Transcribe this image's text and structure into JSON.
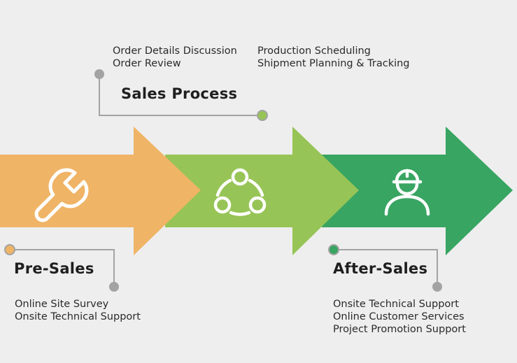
{
  "colors": {
    "background": "#eeeeee",
    "pre_sales": "#efb466",
    "sales": "#97c456",
    "after_sales": "#38a562",
    "connector": "#a3a3a3"
  },
  "stages": {
    "pre_sales": {
      "title": "Pre-Sales",
      "icon": "wrench-icon",
      "items": [
        "Online Site Survey",
        "Onsite Technical Support"
      ]
    },
    "sales": {
      "title": "Sales Process",
      "icon": "collaboration-cycle-icon",
      "items_left": [
        "Order Details Discussion",
        "Order Review"
      ],
      "items_right": [
        "Production Scheduling",
        "Shipment Planning & Tracking"
      ]
    },
    "after_sales": {
      "title": "After-Sales",
      "icon": "engineer-hardhat-icon",
      "items": [
        "Onsite Technical Support",
        "Online Customer Services",
        "Project Promotion Support"
      ]
    }
  }
}
